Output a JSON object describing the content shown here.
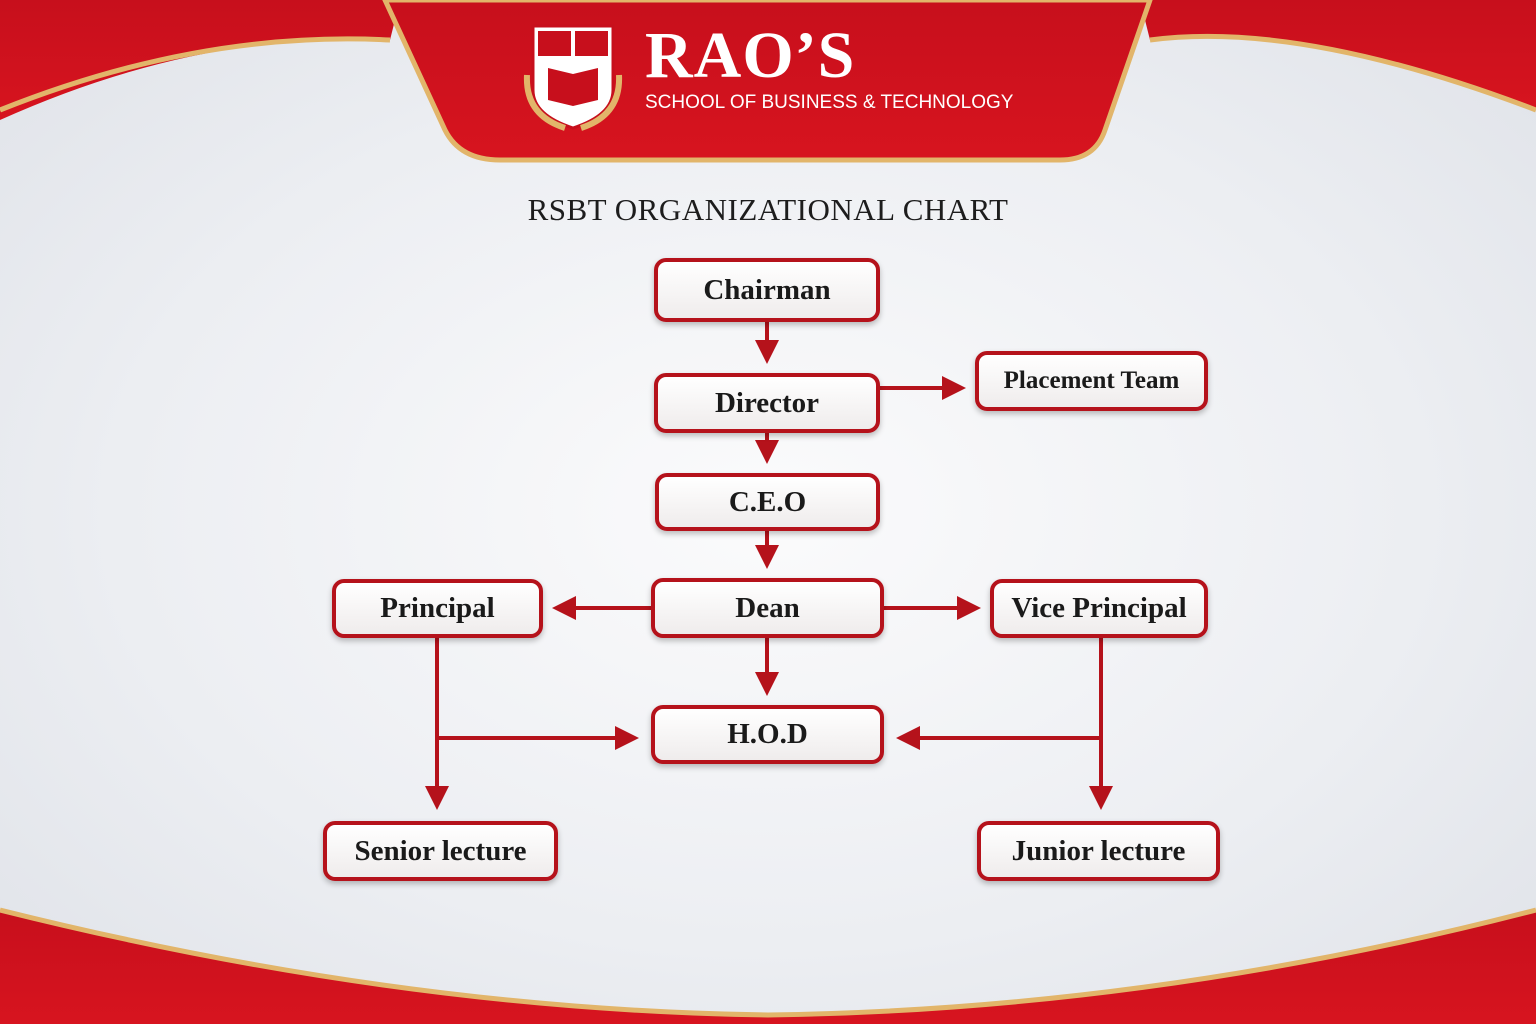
{
  "header": {
    "brand": "RAO’S",
    "tagline": "SCHOOL OF BUSINESS & TECHNOLOGY",
    "logo_icon": "crest-shield-with-book-icon"
  },
  "title": "RSBT ORGANIZATIONAL CHART",
  "colors": {
    "accent": "#b5121b",
    "gold": "#e2b56a"
  },
  "nodes": {
    "chairman": "Chairman",
    "director": "Director",
    "placement": "Placement Team",
    "ceo": "C.E.O",
    "dean": "Dean",
    "principal": "Principal",
    "vice": "Vice Principal",
    "hod": "H.O.D",
    "senior": "Senior lecture",
    "junior": "Junior lecture"
  },
  "edges": [
    [
      "Chairman",
      "Director"
    ],
    [
      "Director",
      "Placement Team"
    ],
    [
      "Director",
      "C.E.O"
    ],
    [
      "C.E.O",
      "Dean"
    ],
    [
      "Dean",
      "Principal"
    ],
    [
      "Dean",
      "Vice Principal"
    ],
    [
      "Dean",
      "H.O.D"
    ],
    [
      "Principal",
      "H.O.D"
    ],
    [
      "Principal",
      "Senior lecture"
    ],
    [
      "Vice Principal",
      "H.O.D"
    ],
    [
      "Vice Principal",
      "Junior lecture"
    ]
  ]
}
